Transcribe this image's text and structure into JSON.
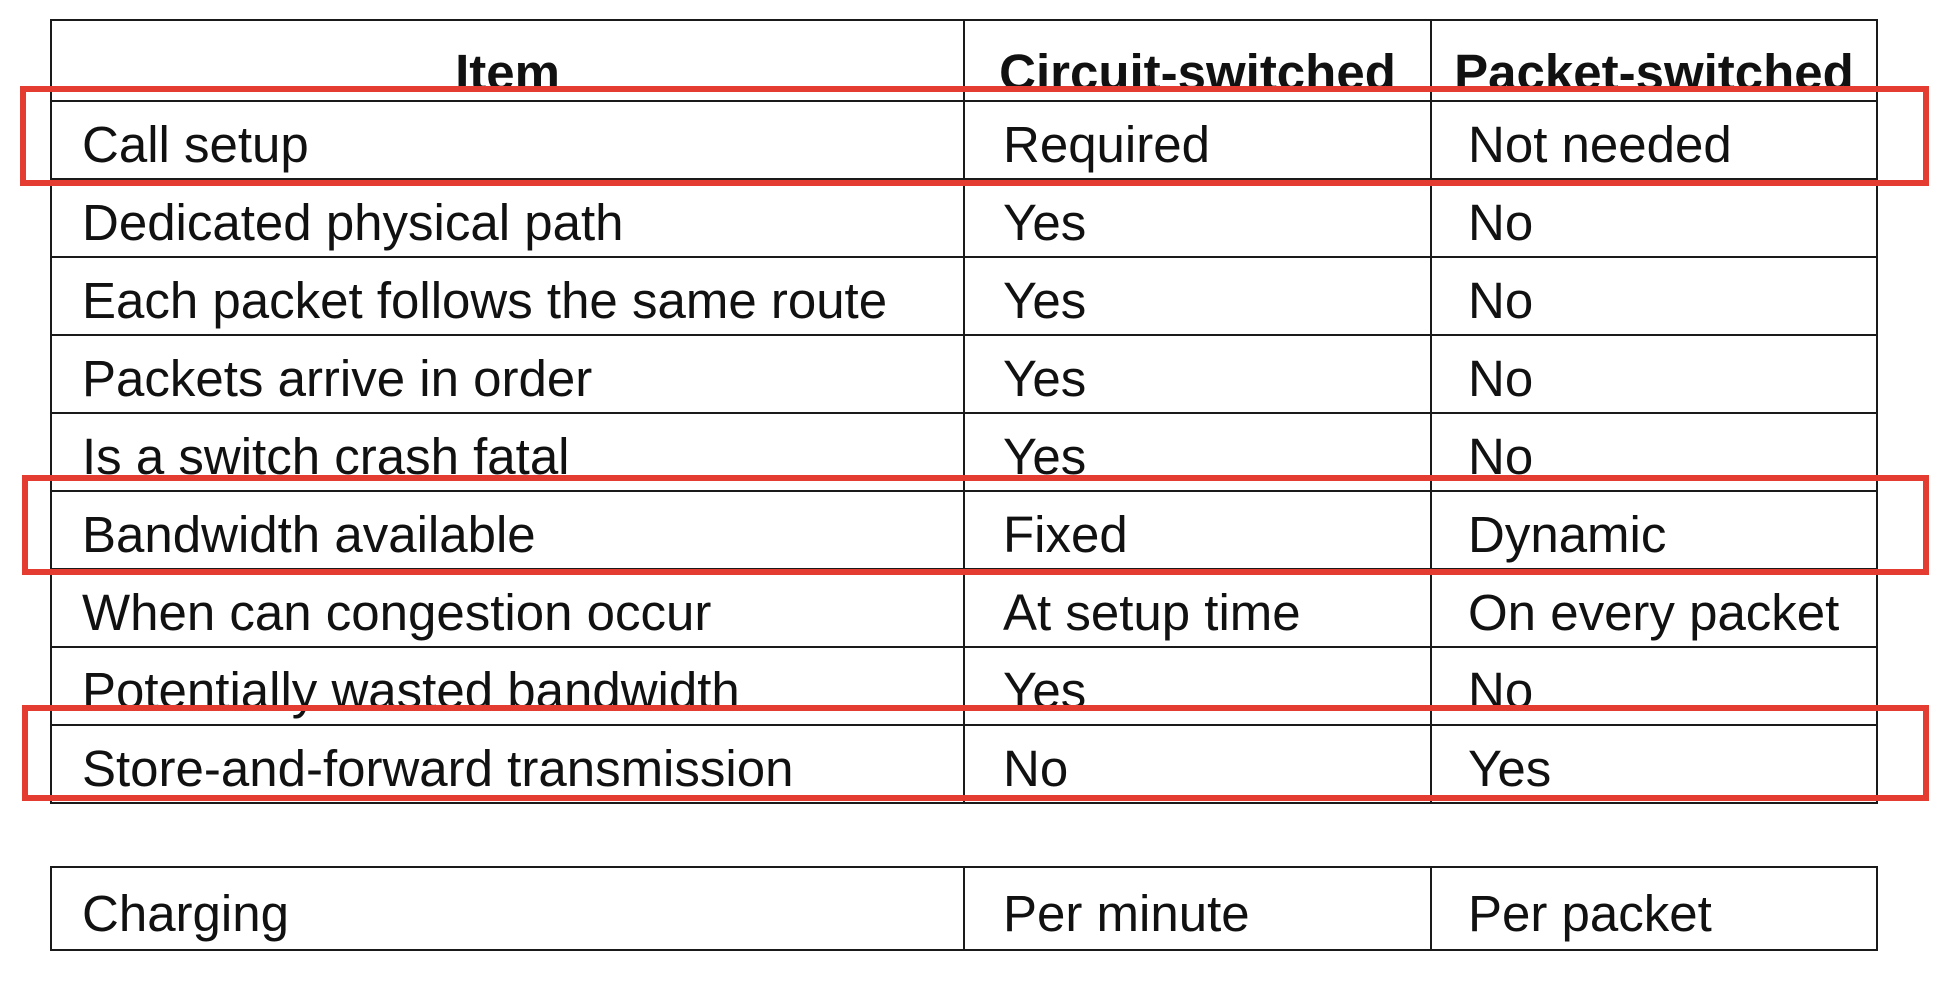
{
  "table": {
    "headers": [
      "Item",
      "Circuit-switched",
      "Packet-switched"
    ],
    "rows": [
      [
        "Call setup",
        "Required",
        "Not needed"
      ],
      [
        "Dedicated physical path",
        "Yes",
        "No"
      ],
      [
        "Each packet follows the same route",
        "Yes",
        "No"
      ],
      [
        "Packets arrive in order",
        "Yes",
        "No"
      ],
      [
        "Is a switch crash fatal",
        "Yes",
        "No"
      ],
      [
        "Bandwidth available",
        "Fixed",
        "Dynamic"
      ],
      [
        "When can congestion occur",
        "At setup time",
        "On every packet"
      ],
      [
        "Potentially wasted bandwidth",
        "Yes",
        "No"
      ],
      [
        "Store-and-forward transmission",
        "No",
        "Yes"
      ]
    ],
    "extra_row": [
      "Charging",
      "Per minute",
      "Per packet"
    ]
  },
  "highlight_color": "#e43c30",
  "highlighted_rows": [
    "Call setup",
    "Bandwidth available",
    "Store-and-forward transmission"
  ]
}
